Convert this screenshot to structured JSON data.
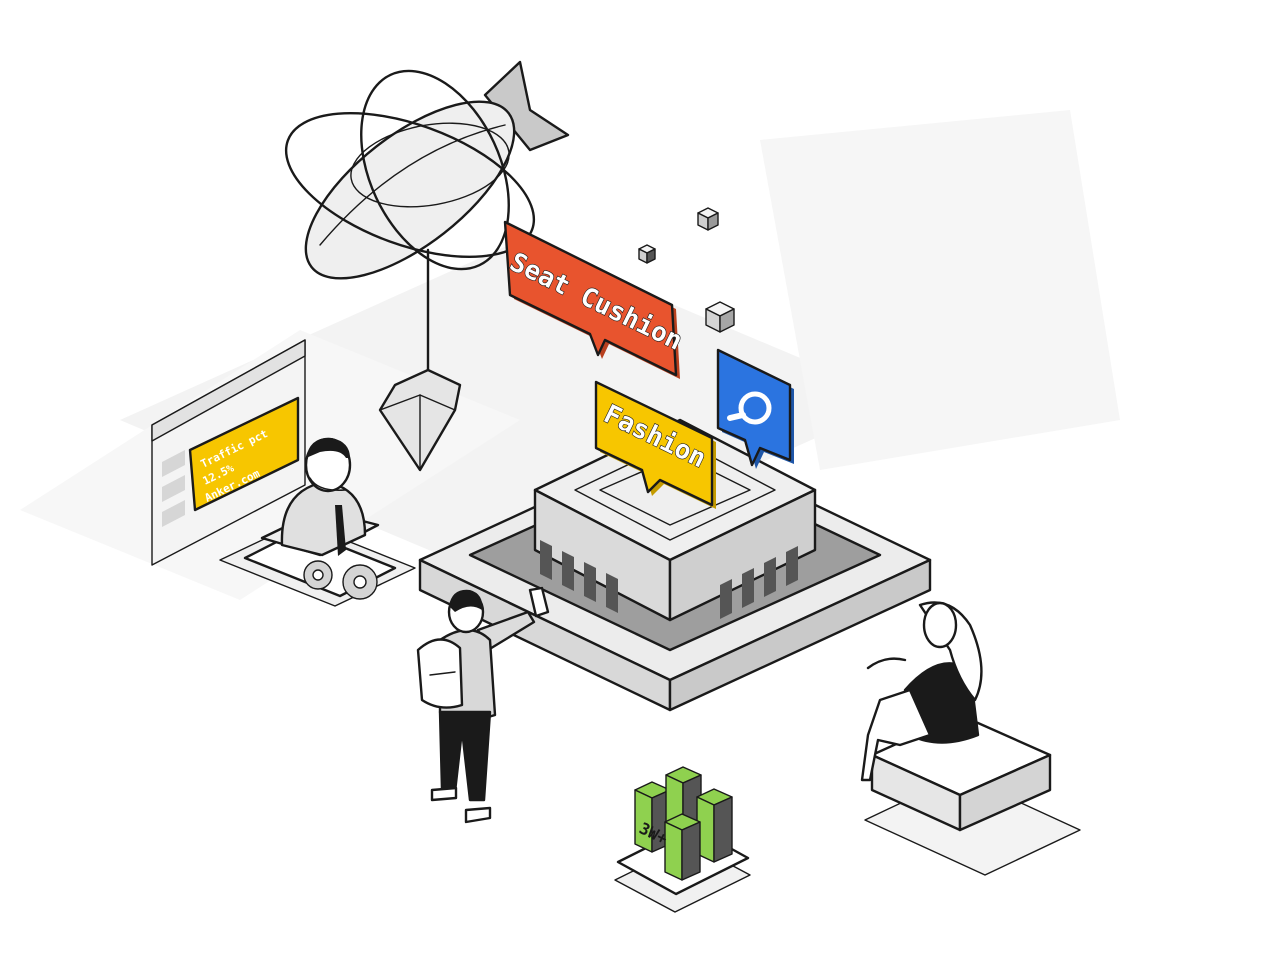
{
  "labels": {
    "seat_cushion": "Seat Cushion",
    "fashion": "Fashion",
    "traffic_line1": "Traffic pct",
    "traffic_line2": "12.5%",
    "traffic_line3": "Anker.com",
    "server_tag": "3W+"
  },
  "colors": {
    "seat_cushion_bubble": "#e8542e",
    "fashion_bubble": "#f7c600",
    "search_bubble": "#2b74e0",
    "traffic_note": "#f7c600",
    "server_accent": "#8fd14f",
    "base_gray": "#e6e6e6",
    "outline": "#1a1a1a"
  },
  "icons": {
    "search_bubble": "search-icon",
    "airship": "blimp-icon",
    "gears": "gear-icon"
  }
}
